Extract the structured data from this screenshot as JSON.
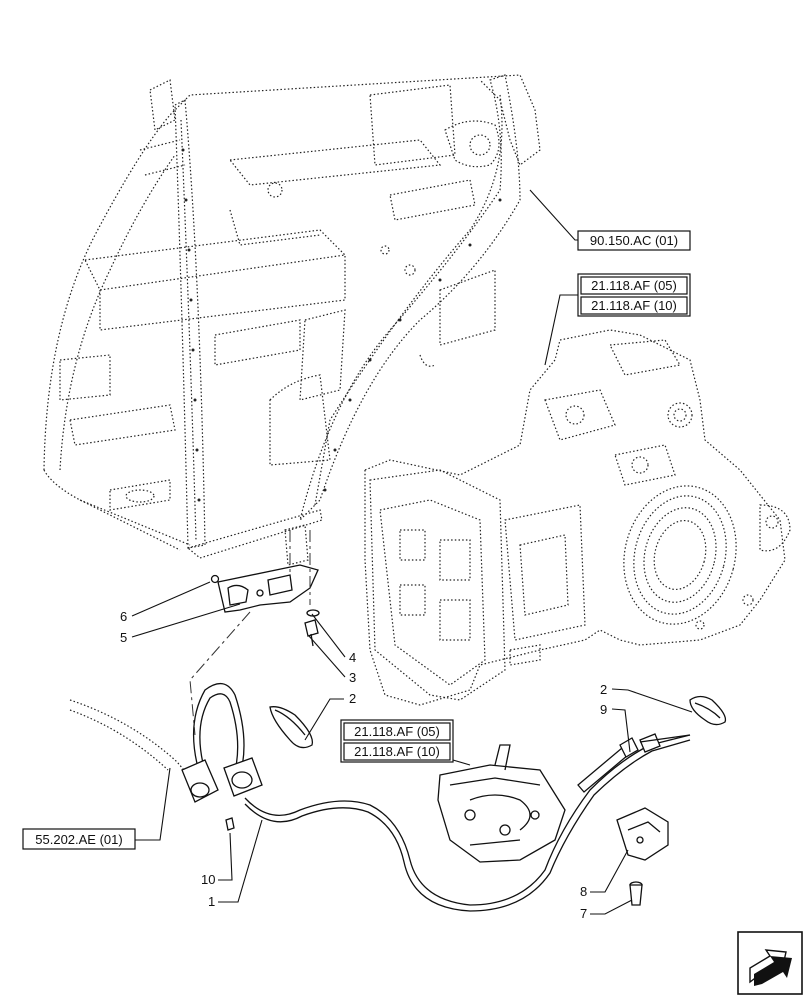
{
  "references": {
    "ref_cab": "90.150.AC (01)",
    "ref_trans_a": "21.118.AF (05)",
    "ref_trans_b": "21.118.AF (10)",
    "ref_valve_a": "21.118.AF (05)",
    "ref_valve_b": "21.118.AF (10)",
    "ref_harness": "55.202.AE (01)"
  },
  "callouts": {
    "c1": "1",
    "c2_left": "2",
    "c2_right": "2",
    "c3": "3",
    "c4": "4",
    "c5": "5",
    "c6": "6",
    "c7": "7",
    "c8": "8",
    "c9": "9",
    "c10": "10"
  },
  "icons": {
    "nav": "next-page-arrow-icon"
  }
}
